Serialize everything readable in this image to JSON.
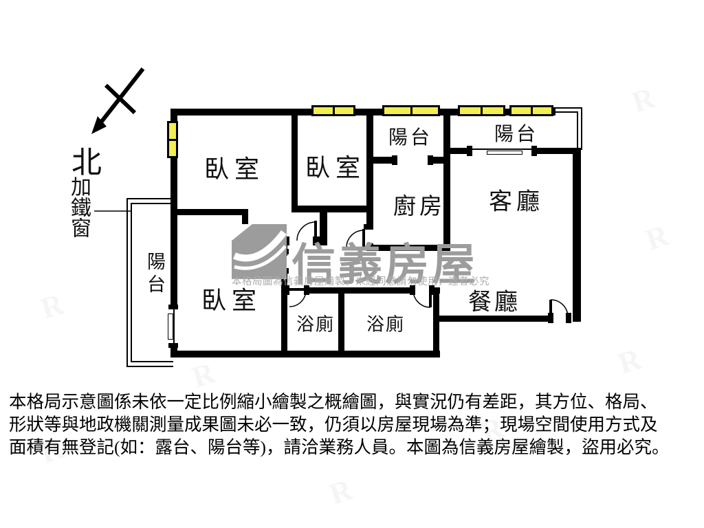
{
  "compass": {
    "north_label": "北",
    "iron_window_label": "加鐵窗"
  },
  "rooms": [
    {
      "id": "bedroom-top-left",
      "label": "臥室"
    },
    {
      "id": "bedroom-top-mid",
      "label": "臥室"
    },
    {
      "id": "balcony-mid",
      "label": "陽台"
    },
    {
      "id": "balcony-right",
      "label": "陽台"
    },
    {
      "id": "kitchen",
      "label": "廚房"
    },
    {
      "id": "living-room",
      "label": "客廳"
    },
    {
      "id": "dining-room",
      "label": "餐廳"
    },
    {
      "id": "bedroom-bottom",
      "label": "臥室"
    },
    {
      "id": "bathroom-left",
      "label": "浴廁"
    },
    {
      "id": "bathroom-mid",
      "label": "浴廁"
    },
    {
      "id": "balcony-left",
      "label": "陽台"
    }
  ],
  "watermark": {
    "brand": "信義房屋",
    "notice": "本格局圖為信義房屋繪製，未經同意請勿使用，違者必究"
  },
  "disclaimer": {
    "line1": "本格局示意圖係未依一定比例縮小繪製之概繪圖，與實況仍有差距，其方位、格局、",
    "line2": "形狀等與地政機關測量成果圖未必一致，仍須以房屋現場為準；現場空間使用方式及",
    "line3": "面積有無登記(如：露台、陽台等)，請洽業務人員。本圖為信義房屋繪製，盜用必究。"
  },
  "colors": {
    "wall": "#000000",
    "window": "#f2ee4f",
    "watermark_gray": "#9c9c9c",
    "background": "#ffffff"
  }
}
